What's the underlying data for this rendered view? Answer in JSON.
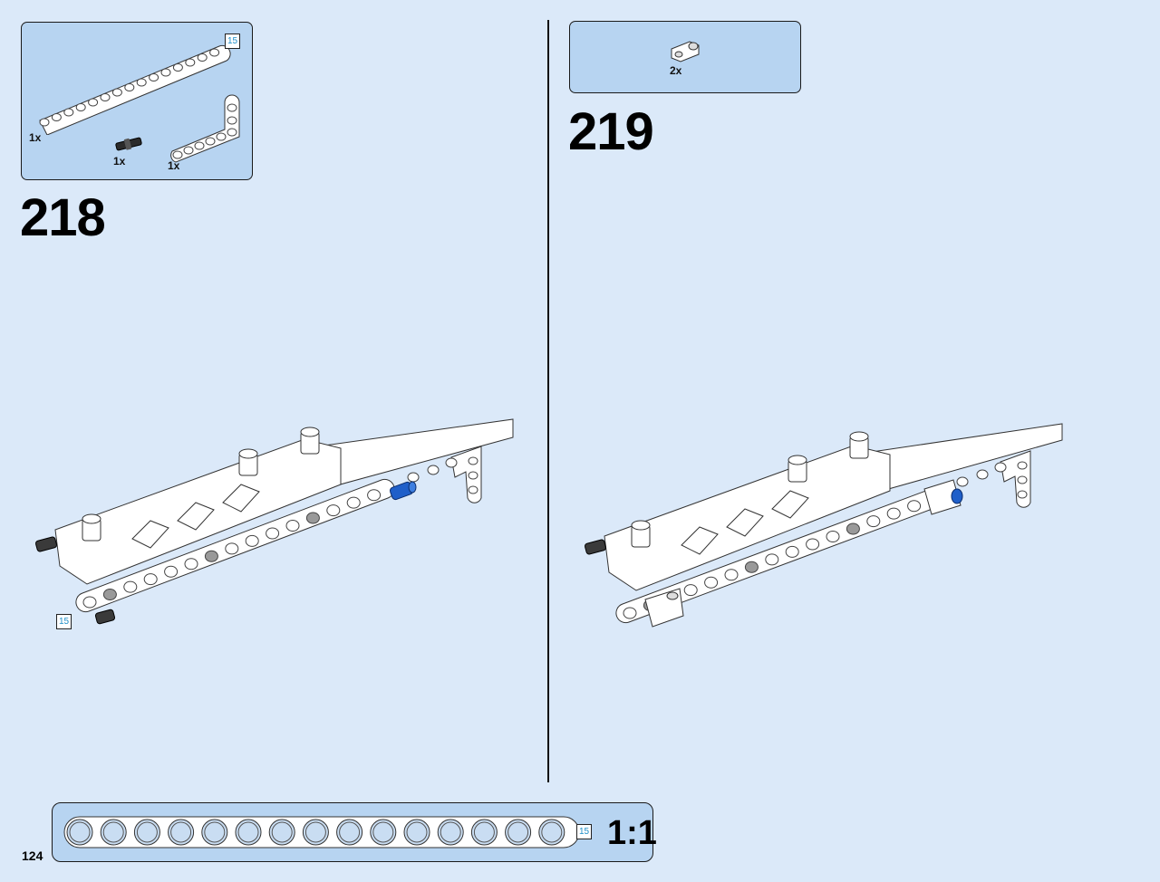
{
  "step_a": {
    "number": "218",
    "parts": [
      {
        "qty": "1x",
        "icon": "beam-15-icon"
      },
      {
        "qty": "1x",
        "icon": "axle-pin-icon"
      },
      {
        "qty": "1x",
        "icon": "l-beam-icon"
      }
    ],
    "part_length_tag": "15",
    "callout_length_tag": "15"
  },
  "step_b": {
    "number": "219",
    "parts": [
      {
        "qty": "2x",
        "icon": "cross-block-icon"
      }
    ]
  },
  "ruler": {
    "holes": 15,
    "length_tag": "15",
    "scale": "1:1"
  },
  "page": {
    "number": "124"
  },
  "colors": {
    "background": "#dbe9f9",
    "parts_box": "#b7d4f1",
    "length_tag_text": "#1e8fc9",
    "pin_blue": "#1f5fc9"
  }
}
